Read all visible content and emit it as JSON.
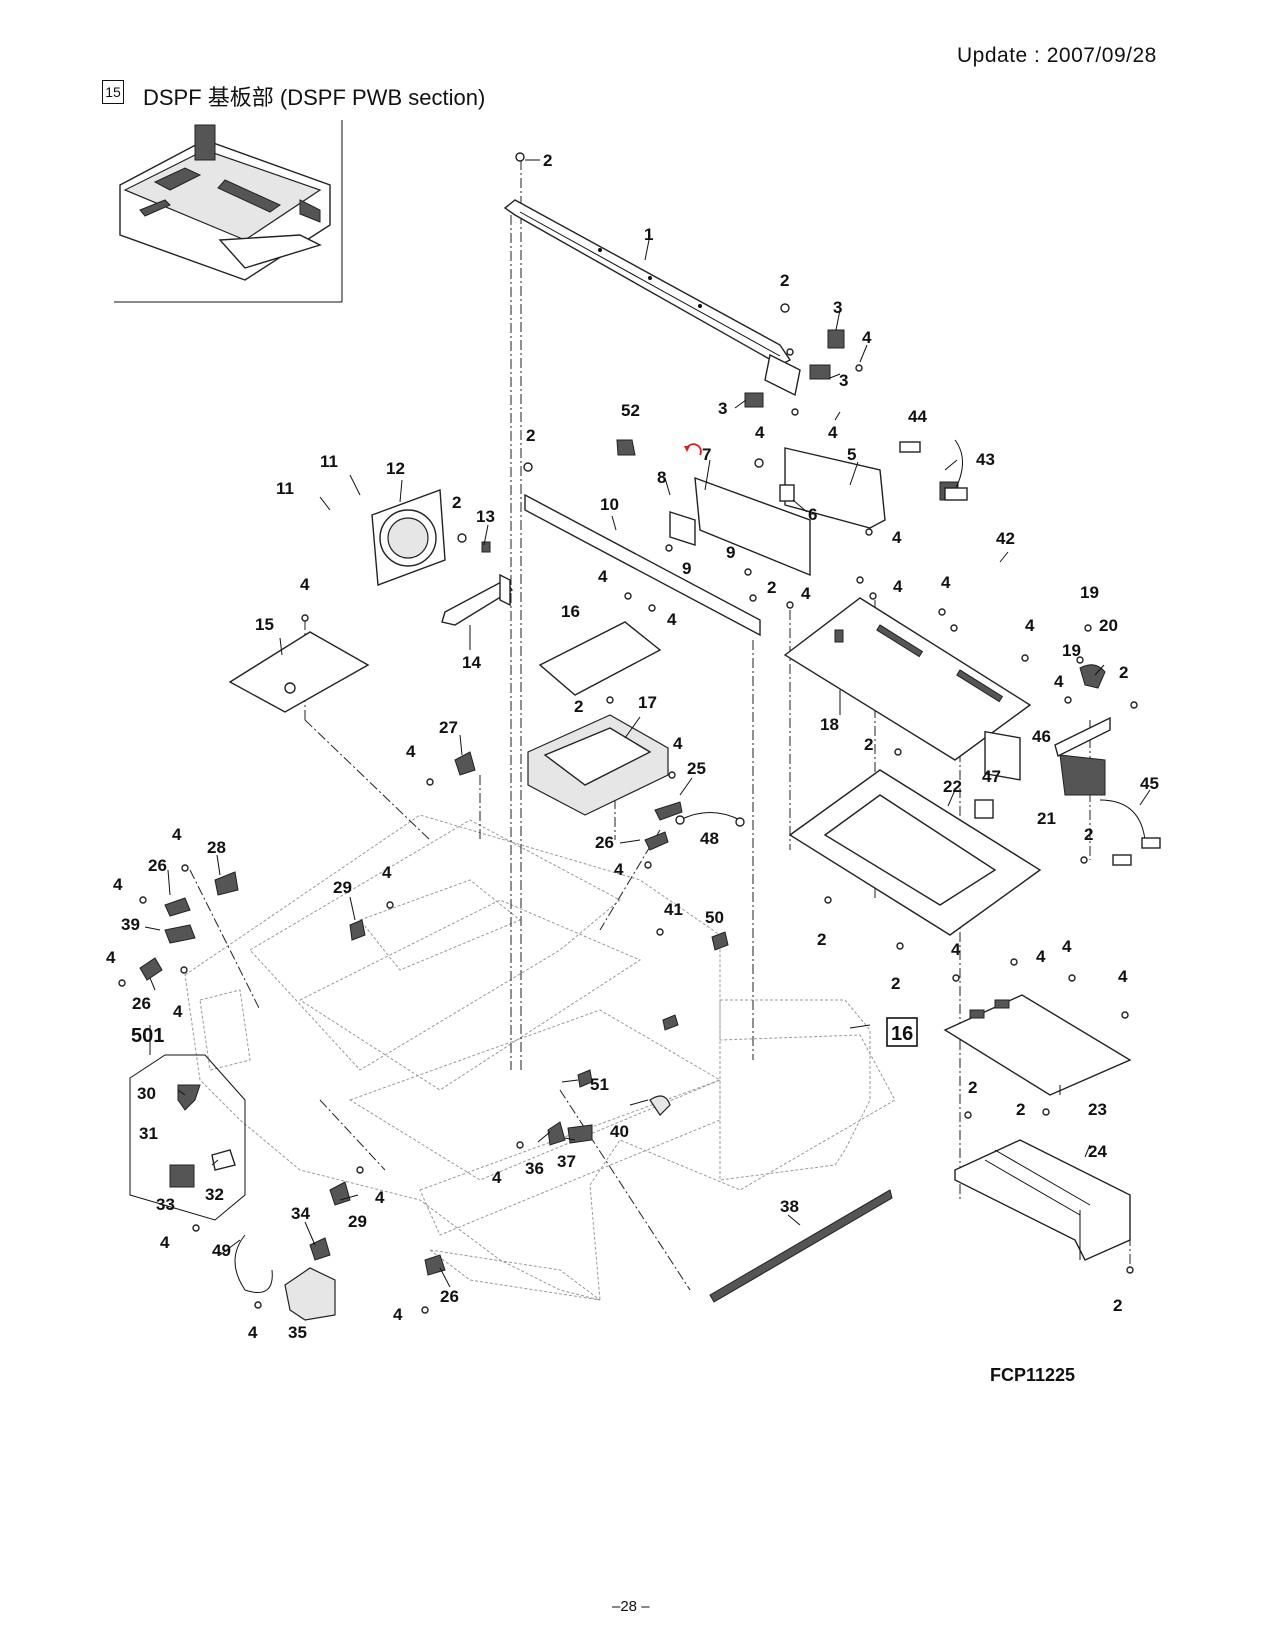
{
  "header": {
    "update": "Update : 2007/09/28",
    "section_number": "15",
    "section_title": "DSPF 基板部 (DSPF PWB section)"
  },
  "figure_code": "FCP11225",
  "page_number": "–28 –",
  "callouts": {
    "ref_section": "16",
    "ref_assembly": "501",
    "parts": [
      "1",
      "2",
      "3",
      "4",
      "5",
      "6",
      "7",
      "8",
      "9",
      "10",
      "11",
      "12",
      "13",
      "14",
      "15",
      "16",
      "17",
      "18",
      "19",
      "20",
      "21",
      "22",
      "23",
      "24",
      "25",
      "26",
      "27",
      "28",
      "29",
      "30",
      "31",
      "32",
      "33",
      "34",
      "35",
      "36",
      "37",
      "38",
      "39",
      "40",
      "41",
      "42",
      "43",
      "44",
      "45",
      "46",
      "47",
      "48",
      "49",
      "50",
      "51",
      "52"
    ]
  },
  "colors": {
    "line": "#222222",
    "frame_gray": "#9a9a9a",
    "rotate_mark": "#d42020"
  }
}
